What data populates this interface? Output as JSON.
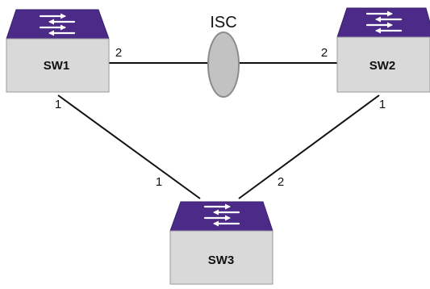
{
  "colors": {
    "top_face": "#4b2a88",
    "top_face_edge": "#3a1f6e",
    "box_front": "#d9d9d9",
    "box_edge": "#9a9a9a",
    "link": "#111111",
    "isc_fill": "#c2c2c2",
    "isc_stroke": "#8c8c8c"
  },
  "isc": {
    "label": "ISC"
  },
  "switches": [
    {
      "id": "sw1",
      "label": "SW1",
      "icon": "network-switch-icon"
    },
    {
      "id": "sw2",
      "label": "SW2",
      "icon": "network-switch-icon"
    },
    {
      "id": "sw3",
      "label": "SW3",
      "icon": "network-switch-icon"
    }
  ],
  "links": [
    {
      "from": "sw1",
      "from_port": "2",
      "to": "sw2",
      "to_port": "2"
    },
    {
      "from": "sw1",
      "from_port": "1",
      "to": "sw3",
      "to_port": "1"
    },
    {
      "from": "sw2",
      "from_port": "1",
      "to": "sw3",
      "to_port": "2"
    }
  ]
}
